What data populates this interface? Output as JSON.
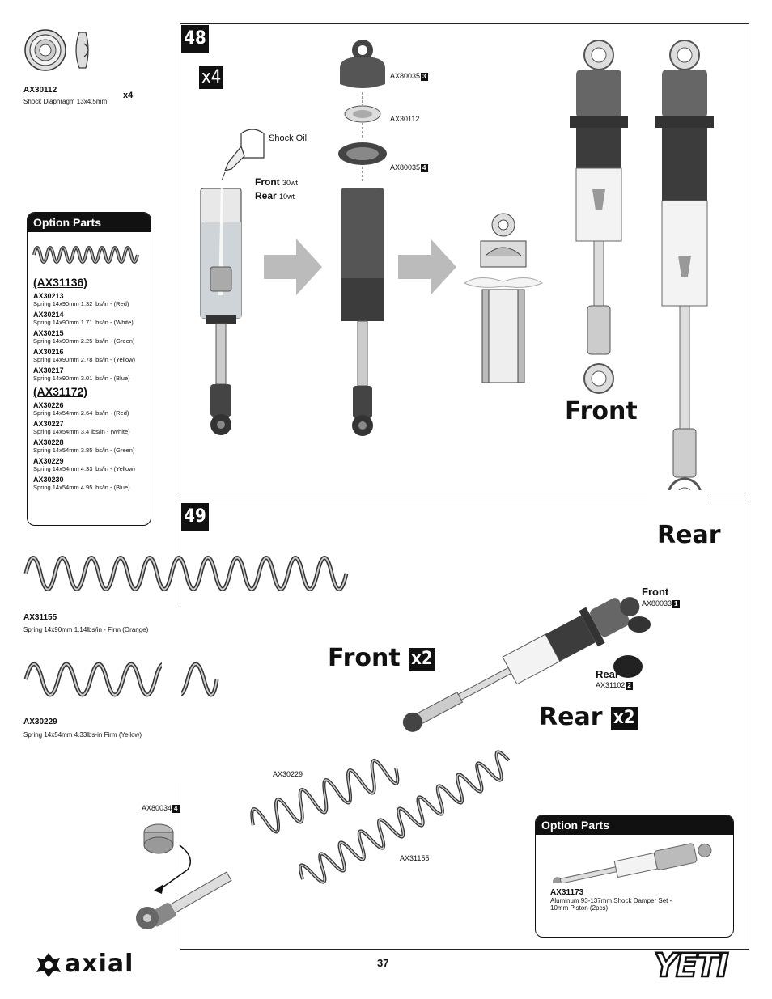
{
  "top_left_part": {
    "number": "AX30112",
    "desc": "Shock Diaphragm 13x4.5mm",
    "qty": "x4"
  },
  "option_parts_left": {
    "header": "Option Parts",
    "groups": [
      {
        "code": "(AX31136)",
        "items": [
          {
            "number": "AX30213",
            "desc": "Spring 14x90mm 1.32 lbs/in - (Red)"
          },
          {
            "number": "AX30214",
            "desc": "Spring 14x90mm 1.71 lbs/in - (White)"
          },
          {
            "number": "AX30215",
            "desc": "Spring 14x90mm 2.25 lbs/in - (Green)"
          },
          {
            "number": "AX30216",
            "desc": "Spring 14x90mm 2.78 lbs/in - (Yellow)"
          },
          {
            "number": "AX30217",
            "desc": "Spring 14x90mm 3.01 lbs/in - (Blue)"
          }
        ]
      },
      {
        "code": "(AX31172)",
        "items": [
          {
            "number": "AX30226",
            "desc": "Spring 14x54mm 2.64 lbs/in - (Red)"
          },
          {
            "number": "AX30227",
            "desc": "Spring 14x54mm 3.4 lbs/in - (White)"
          },
          {
            "number": "AX30228",
            "desc": "Spring 14x54mm 3.85 lbs/in - (Green)"
          },
          {
            "number": "AX30229",
            "desc": "Spring 14x54mm 4.33 lbs/in - (Yellow)"
          },
          {
            "number": "AX30230",
            "desc": "Spring 14x54mm 4.95 lbs/in - (Blue)"
          }
        ]
      }
    ]
  },
  "spring_long": {
    "number": "AX31155",
    "desc": "Spring 14x90mm 1.14lbs/in - Firm (Orange)",
    "qty": "x2"
  },
  "spring_short": {
    "number": "AX30229",
    "desc": "Spring 14x54mm 4.33lbs-in Firm (Yellow)",
    "qty": "x2"
  },
  "step48": {
    "number": "48",
    "qty": "x4",
    "shock_oil": "Shock Oil",
    "oil_front_label": "Front",
    "oil_front_value": "30wt",
    "oil_rear_label": "Rear",
    "oil_rear_value": "10wt",
    "callouts": [
      {
        "part": "AX80035",
        "sub": "3"
      },
      {
        "part": "AX30112",
        "sub": ""
      },
      {
        "part": "AX80035",
        "sub": "4"
      }
    ],
    "front_label": "Front",
    "rear_label": "Rear"
  },
  "step49": {
    "number": "49",
    "front_label": "Front",
    "front_qty": "x2",
    "rear_label": "Rear",
    "rear_qty": "x2",
    "front_end_label": "Front",
    "front_end_part": "AX80033",
    "front_end_sub": "1",
    "rear_end_label": "Rear",
    "rear_end_part": "AX31102",
    "rear_end_sub": "2",
    "spring_a": "AX30229",
    "spring_b": "AX31155",
    "collar_part": "AX80034",
    "collar_sub": "4"
  },
  "option_parts_right": {
    "header": "Option Parts",
    "number": "AX31173",
    "desc1": "Aluminum 93-137mm Shock Damper Set -",
    "desc2": "10mm Piston (2pcs)"
  },
  "footer": {
    "page": "37",
    "brand": "axial",
    "model": "YETI"
  }
}
